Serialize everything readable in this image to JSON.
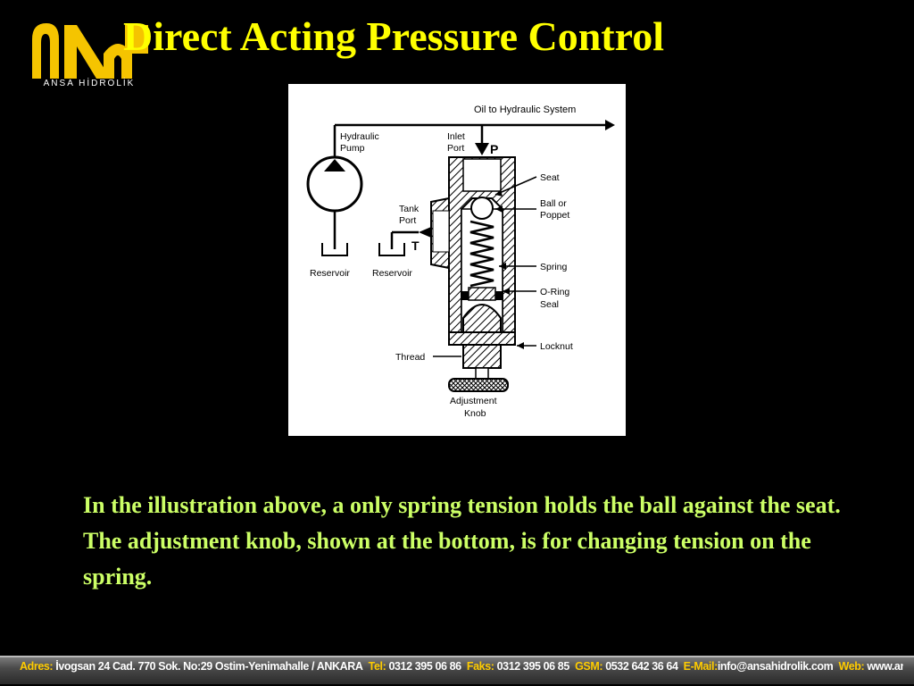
{
  "brand": {
    "name": "ANSA HİDROLİK"
  },
  "slide": {
    "title": "Direct Acting Pressure Control",
    "caption": "In the illustration above, a only spring tension holds the ball against the seat.  The adjustment knob, shown at the bottom, is for changing tension on the spring."
  },
  "diagram": {
    "oil_to_system": "Oil to Hydraulic System",
    "pump_line1": "Hydraulic",
    "pump_line2": "Pump",
    "inlet_line1": "Inlet",
    "inlet_line2": "Port",
    "port_p": "P",
    "seat": "Seat",
    "ball_line1": "Ball or",
    "ball_line2": "Poppet",
    "tank_line1": "Tank",
    "tank_line2": "Port",
    "port_t": "T",
    "spring": "Spring",
    "oring_line1": "O-Ring",
    "oring_line2": "Seal",
    "reservoir_left": "Reservoir",
    "reservoir_right": "Reservoir",
    "locknut": "Locknut",
    "thread": "Thread",
    "knob_line1": "Adjustment",
    "knob_line2": "Knob"
  },
  "footer": {
    "address_label": "Adres:",
    "address": "İvogsan 24 Cad. 770 Sok. No:29 Ostim-Yenimahalle / ANKARA",
    "tel_label": "Tel:",
    "tel": "0312 395 06 86",
    "fax_label": "Faks:",
    "fax": "0312 395 06 85",
    "gsm_label": "GSM:",
    "gsm": "0532 642 36 64",
    "email_label": "E-Mail:",
    "email": "info@ansahidrolik.com",
    "web_label": "Web:",
    "web": "www.ansahidrolik.com"
  },
  "colors": {
    "title": "#ffff00",
    "caption": "#ccff66",
    "logo": "#f5c400",
    "background": "#000000"
  }
}
